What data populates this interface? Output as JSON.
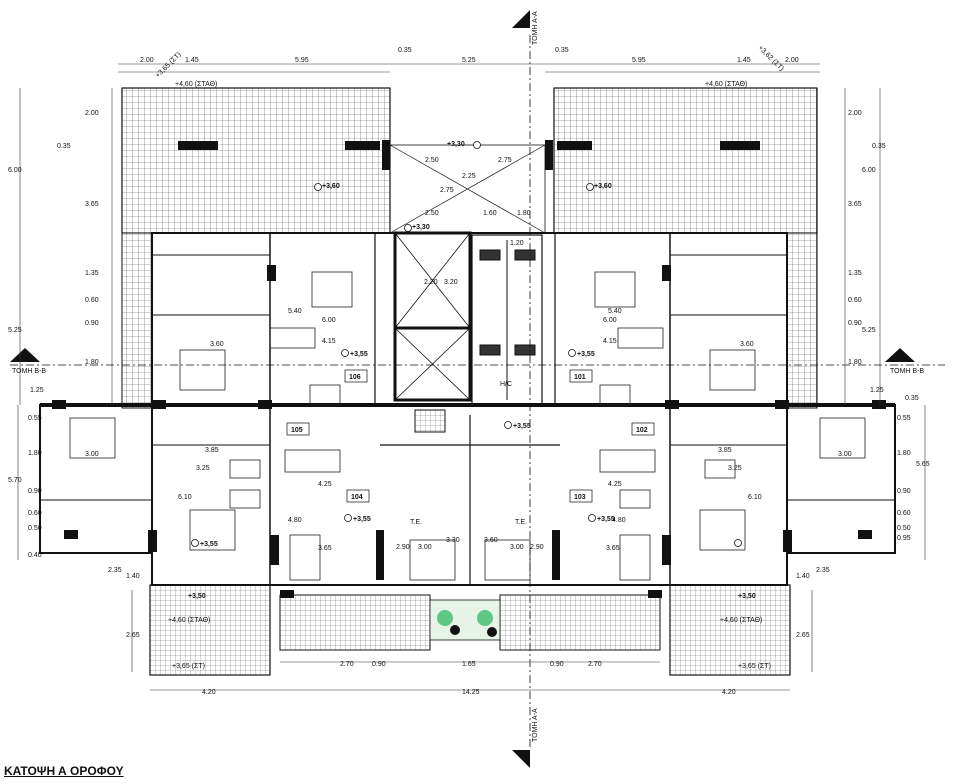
{
  "title": "ΚΑΤΟΨΗ Α ΟΡΟΦΟΥ",
  "sections": {
    "aa_top": "ΤΟΜΗ Α-Α",
    "aa_bottom": "ΤΟΜΗ Α-Α",
    "bb_left": "ΤΟΜΗ Β-Β",
    "bb_right": "ΤΟΜΗ Β-Β"
  },
  "units": {
    "u101": "101",
    "u102": "102",
    "u103": "103",
    "u104": "104",
    "u105": "105",
    "u106": "106"
  },
  "labels": {
    "te_left": "T.E.",
    "te_right": "T.E.",
    "hc": "H/C",
    "lvl_355_a": "+3,55",
    "lvl_355_b": "+3,55",
    "lvl_355_c": "+3,55",
    "lvl_355_d": "+3,55",
    "lvl_355_e": "+3,55",
    "lvl_355_f": "+3,55",
    "lvl_330_a": "+3,30",
    "lvl_330_b": "+3,30",
    "lvl_360_a": "+3,60",
    "lvl_360_b": "+3,60",
    "lvl_460_tl": "+4,60 (ΣΤΑΘ)",
    "lvl_460_tr": "+4,60 (ΣΤΑΘ)",
    "lvl_460_bl": "+4,60 (ΣΤΑΘ)",
    "lvl_460_br": "+4,60 (ΣΤΑΘ)",
    "lvl_350_bl": "+3,50",
    "lvl_350_br": "+3,50",
    "lvl_365_bl": "+3,65 (ΣΤ)",
    "lvl_365_br": "+3,65 (ΣΤ)",
    "lvl_365_tl": "+3,65 (ΣΤ)",
    "lvl_365_tr": "+3,62 (ΣΤ)"
  },
  "dims": {
    "top_200_l": "2.00",
    "top_145_l": "1.45",
    "top_595_l": "5.95",
    "top_035_l": "0.35",
    "top_525": "5.25",
    "top_035_r": "0.35",
    "top_595_r": "5.95",
    "top_145_r": "1.45",
    "top_200_r": "2.00",
    "l_200": "2.00",
    "l_035": "0.35",
    "l_600": "6.00",
    "l_365": "3.65",
    "l_135": "1.35",
    "l_060": "0.60",
    "l_090": "0.90",
    "l_525": "5.25",
    "l_180": "1.80",
    "r_200": "2.00",
    "r_035": "0.35",
    "r_600": "6.00",
    "r_365": "3.65",
    "r_135": "1.35",
    "r_060": "0.60",
    "r_090": "0.90",
    "r_525": "5.25",
    "r_180": "1.80",
    "ll_055": "0.55",
    "ll_180": "1.80",
    "ll_570": "5.70",
    "ll_090": "0.90",
    "ll_060": "0.60",
    "ll_050": "0.50",
    "ll_040": "0.40",
    "ll_125": "1.25",
    "rr_035": "0.35",
    "rr_055": "0.55",
    "rr_180": "1.80",
    "rr_565": "5.65",
    "rr_090": "0.90",
    "rr_060": "0.60",
    "rr_050": "0.50",
    "rr_095": "0.95",
    "rr_125": "1.25",
    "b_420_l": "4.20",
    "b_1425": "14.25",
    "b_420_r": "4.20",
    "b_270_l": "2.70",
    "b_090_l": "0.90",
    "b_165": "1.65",
    "b_090_r": "0.90",
    "b_270_r": "2.70",
    "b_265_l": "2.65",
    "b_265_r": "2.65",
    "b_140_l": "1.40",
    "b_140_r": "1.40",
    "b_235_l": "2.35",
    "b_235_r": "2.35",
    "c_250": "2.50",
    "c_275": "2.75",
    "c_225": "2.25",
    "c_275b": "2.75",
    "c_250b": "2.50",
    "c_160": "1.60",
    "c_180": "1.80",
    "c_320": "3.20",
    "c_220": "2.20",
    "c_120": "1.20",
    "c_300_l": "3.00",
    "c_300_r": "3.00",
    "c_290_l": "2.90",
    "c_290_r": "2.90",
    "c_330_l": "3.30",
    "c_360_r": "3.60",
    "a_360": "3.60",
    "a_385": "3.85",
    "a_325": "3.25",
    "a_425": "4.25",
    "a_480": "4.80",
    "a_610": "6.10",
    "a_540": "5.40",
    "a_415": "4.15",
    "a_600": "6.00",
    "a_365": "3.65",
    "a_300": "3.00",
    "b_360": "3.60",
    "b_385": "3.85",
    "b_325": "3.25",
    "b_425": "4.25",
    "b_480": "4.80",
    "b_610": "6.10",
    "b_540": "5.40",
    "b_415": "4.15",
    "b_600": "6.00",
    "b_365": "3.65",
    "b_300": "3.00"
  }
}
